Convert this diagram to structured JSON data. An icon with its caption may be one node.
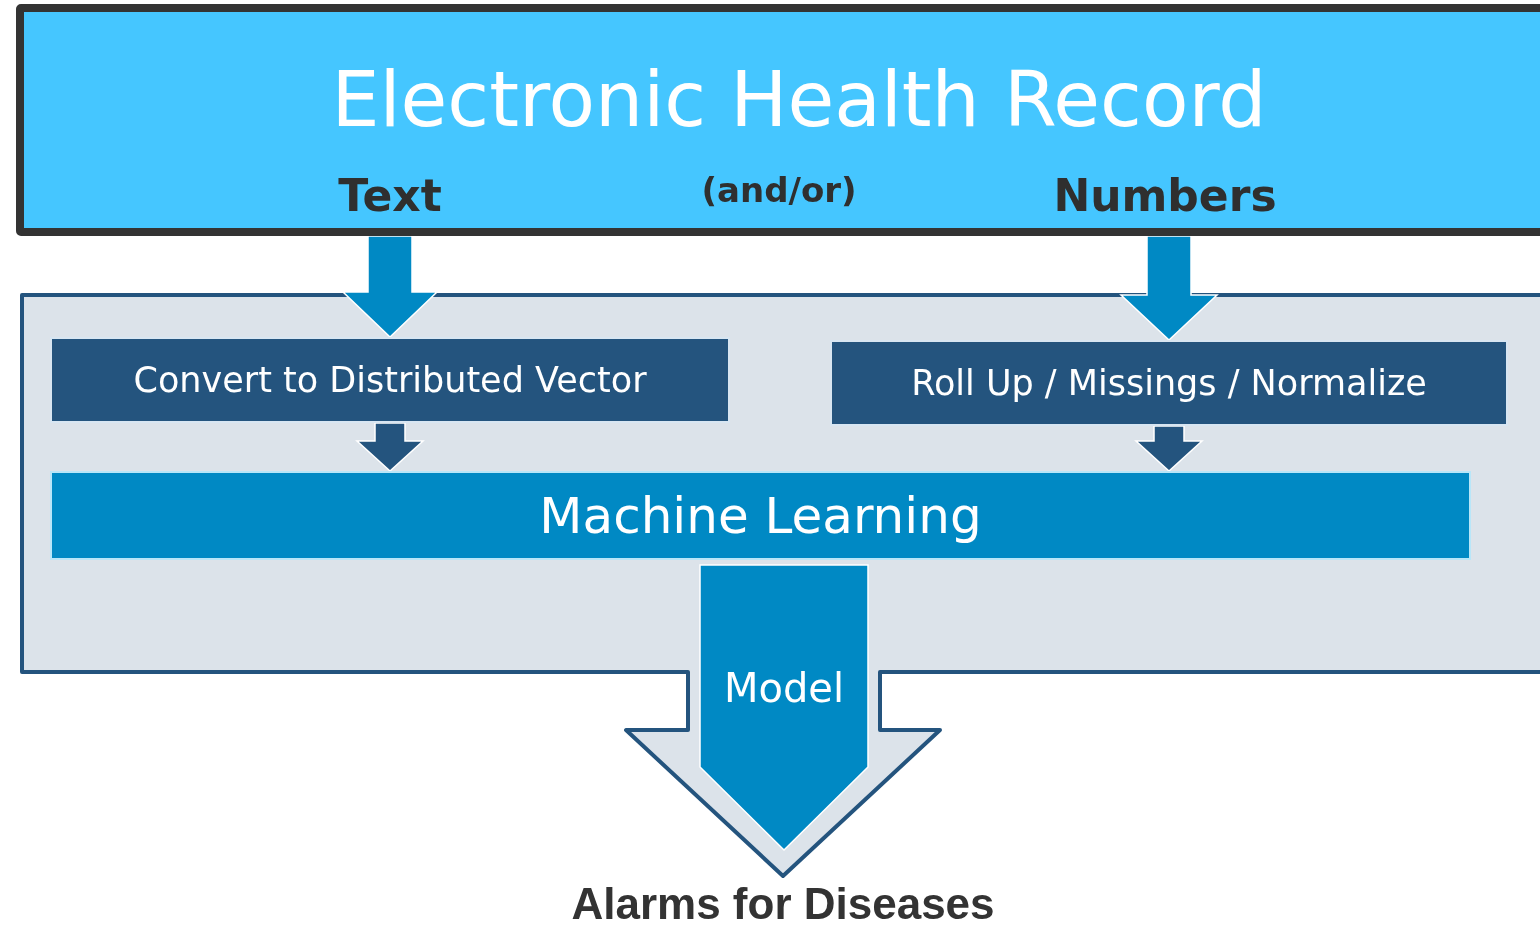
{
  "diagram": {
    "nodes": [
      {
        "text": [
          "Electronic Health Record"
        ]
      },
      {
        "text": [
          "Text"
        ],
        "in": 0
      },
      {
        "text": [
          "Numbers"
        ],
        "in": 0
      },
      {
        "text": [],
        "shape": "box"
      },
      {
        "text": [
          "Convert to Distributed Vector"
        ],
        "in": 3
      },
      {
        "text": [
          "Roll Up / Missings / Normalize"
        ],
        "in": 3
      },
      {
        "text": [
          "Machine Learning"
        ],
        "in": 3
      },
      {
        "text": [
          "Alarms for Diseases"
        ]
      }
    ],
    "edges": [
      {
        "from": 1,
        "to": 4,
        "arrow": "to",
        "style": "thick"
      },
      {
        "from": 2,
        "to": 5,
        "arrow": "to",
        "style": "thick"
      },
      {
        "from": 4,
        "to": 6,
        "arrow": "to",
        "style": "thick",
        "color": "#24547e"
      },
      {
        "from": 5,
        "to": 6,
        "arrow": "to",
        "style": "thick",
        "color": "#24547e"
      },
      {
        "from": 6,
        "to": 7,
        "arrow": "to",
        "style": "thick",
        "label": "Model"
      }
    ],
    "labels": [
      "(and/or)"
    ]
  }
}
